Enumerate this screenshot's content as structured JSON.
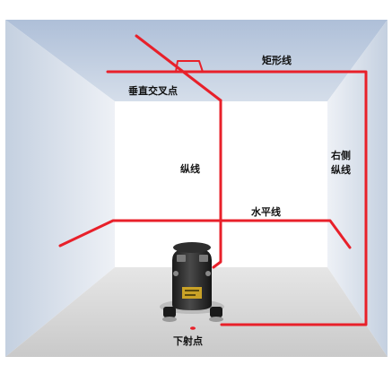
{
  "labels": {
    "rect_line": "矩形线",
    "vertical_cross_point": "垂直交叉点",
    "longitudinal_line": "纵线",
    "right_side_line_1": "右侧",
    "right_side_line_2": "纵线",
    "horizontal_line": "水平线",
    "down_point": "下射点"
  },
  "colors": {
    "laser": "#e8202a",
    "ceiling": "#c9d6e8",
    "left_wall": "#dfe5ee",
    "right_wall": "#dfe5ee",
    "back_wall": "#ffffff",
    "floor": "#d9d9d9",
    "label": "#111111"
  },
  "device": {
    "type": "cross-line laser level",
    "icon": "laser-level-icon"
  }
}
